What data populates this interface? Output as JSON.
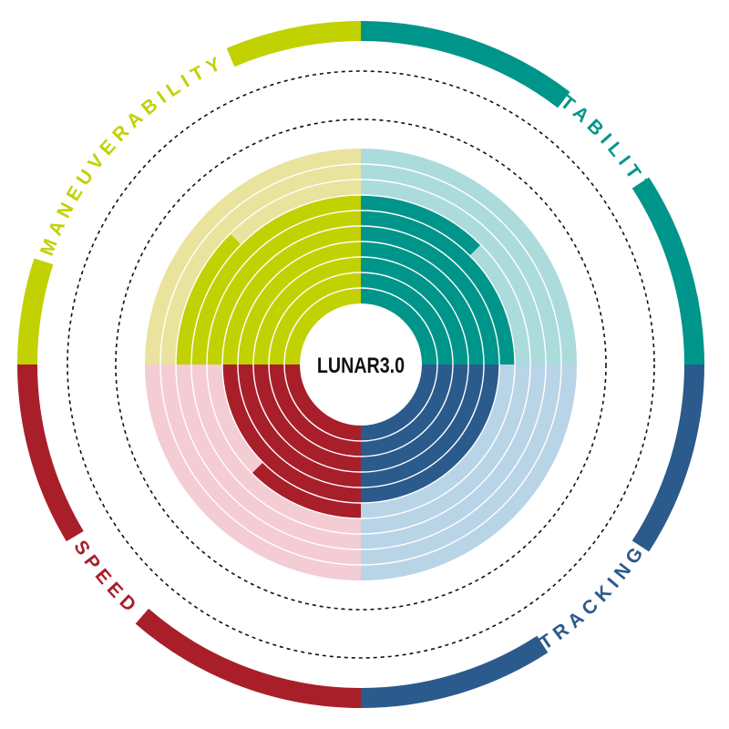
{
  "chart_data": {
    "type": "radial-bar",
    "title": "LUNAR3.0",
    "scale_max": 10,
    "series": [
      {
        "name": "STABILITY",
        "value": 6.5,
        "color": "#00958a",
        "light": "#acdbdc"
      },
      {
        "name": "TRACKING",
        "value": 5,
        "color": "#2b5a8c",
        "light": "#b8d4e7"
      },
      {
        "name": "SPEED",
        "value": 5.5,
        "color": "#a81f29",
        "light": "#f3ccd4"
      },
      {
        "name": "MANEUVERABILITY",
        "value": 7.5,
        "color": "#c2d101",
        "light": "#e9e39d"
      }
    ]
  }
}
